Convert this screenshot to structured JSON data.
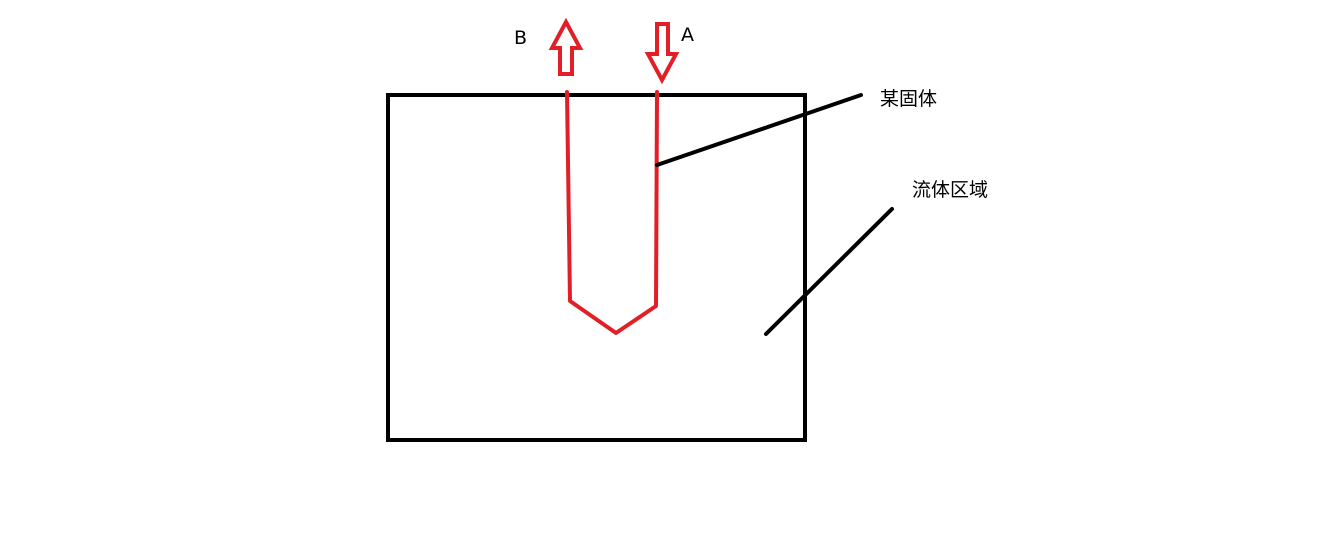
{
  "labels": {
    "flow_b": "B",
    "flow_a": "A",
    "solid": "某固体",
    "fluid_region": "流体区域"
  },
  "colors": {
    "outline": "#000000",
    "solid": "#e21f26",
    "background": "#ffffff"
  }
}
